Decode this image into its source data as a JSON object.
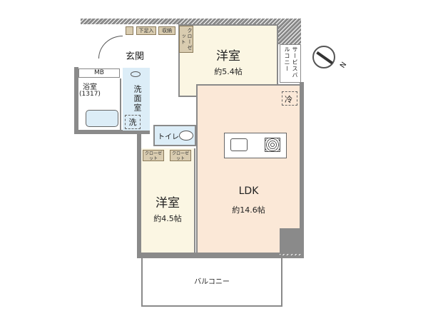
{
  "rooms": {
    "western_room_1": {
      "name": "洋室",
      "area": "約5.4帖"
    },
    "western_room_2": {
      "name": "洋室",
      "area": "約4.5帖"
    },
    "ldk": {
      "name": "LDK",
      "area": "約14.6帖"
    },
    "entrance": {
      "name": "玄関"
    },
    "mb": {
      "name": "MB"
    },
    "bathroom": {
      "name": "浴室",
      "size": "(1317)"
    },
    "washroom": {
      "name": "洗面室"
    },
    "washer": {
      "name": "洗"
    },
    "toilet": {
      "name": "トイレ"
    },
    "fridge": {
      "name": "冷"
    },
    "service_balcony": {
      "name": "サービスバルコニー"
    },
    "balcony": {
      "name": "バルコニー"
    }
  },
  "storage": {
    "shoe": "下足入",
    "storage": "収納",
    "closet_vertical": "クローゼット",
    "closet_1": "クローゼット",
    "closet_2": "クローゼット"
  },
  "compass": {
    "label": "N"
  },
  "colors": {
    "wall": "#8a8a8a",
    "western": "#fbf6e3",
    "wet": "#dcedf7",
    "ldk": "#fbe8d7"
  }
}
